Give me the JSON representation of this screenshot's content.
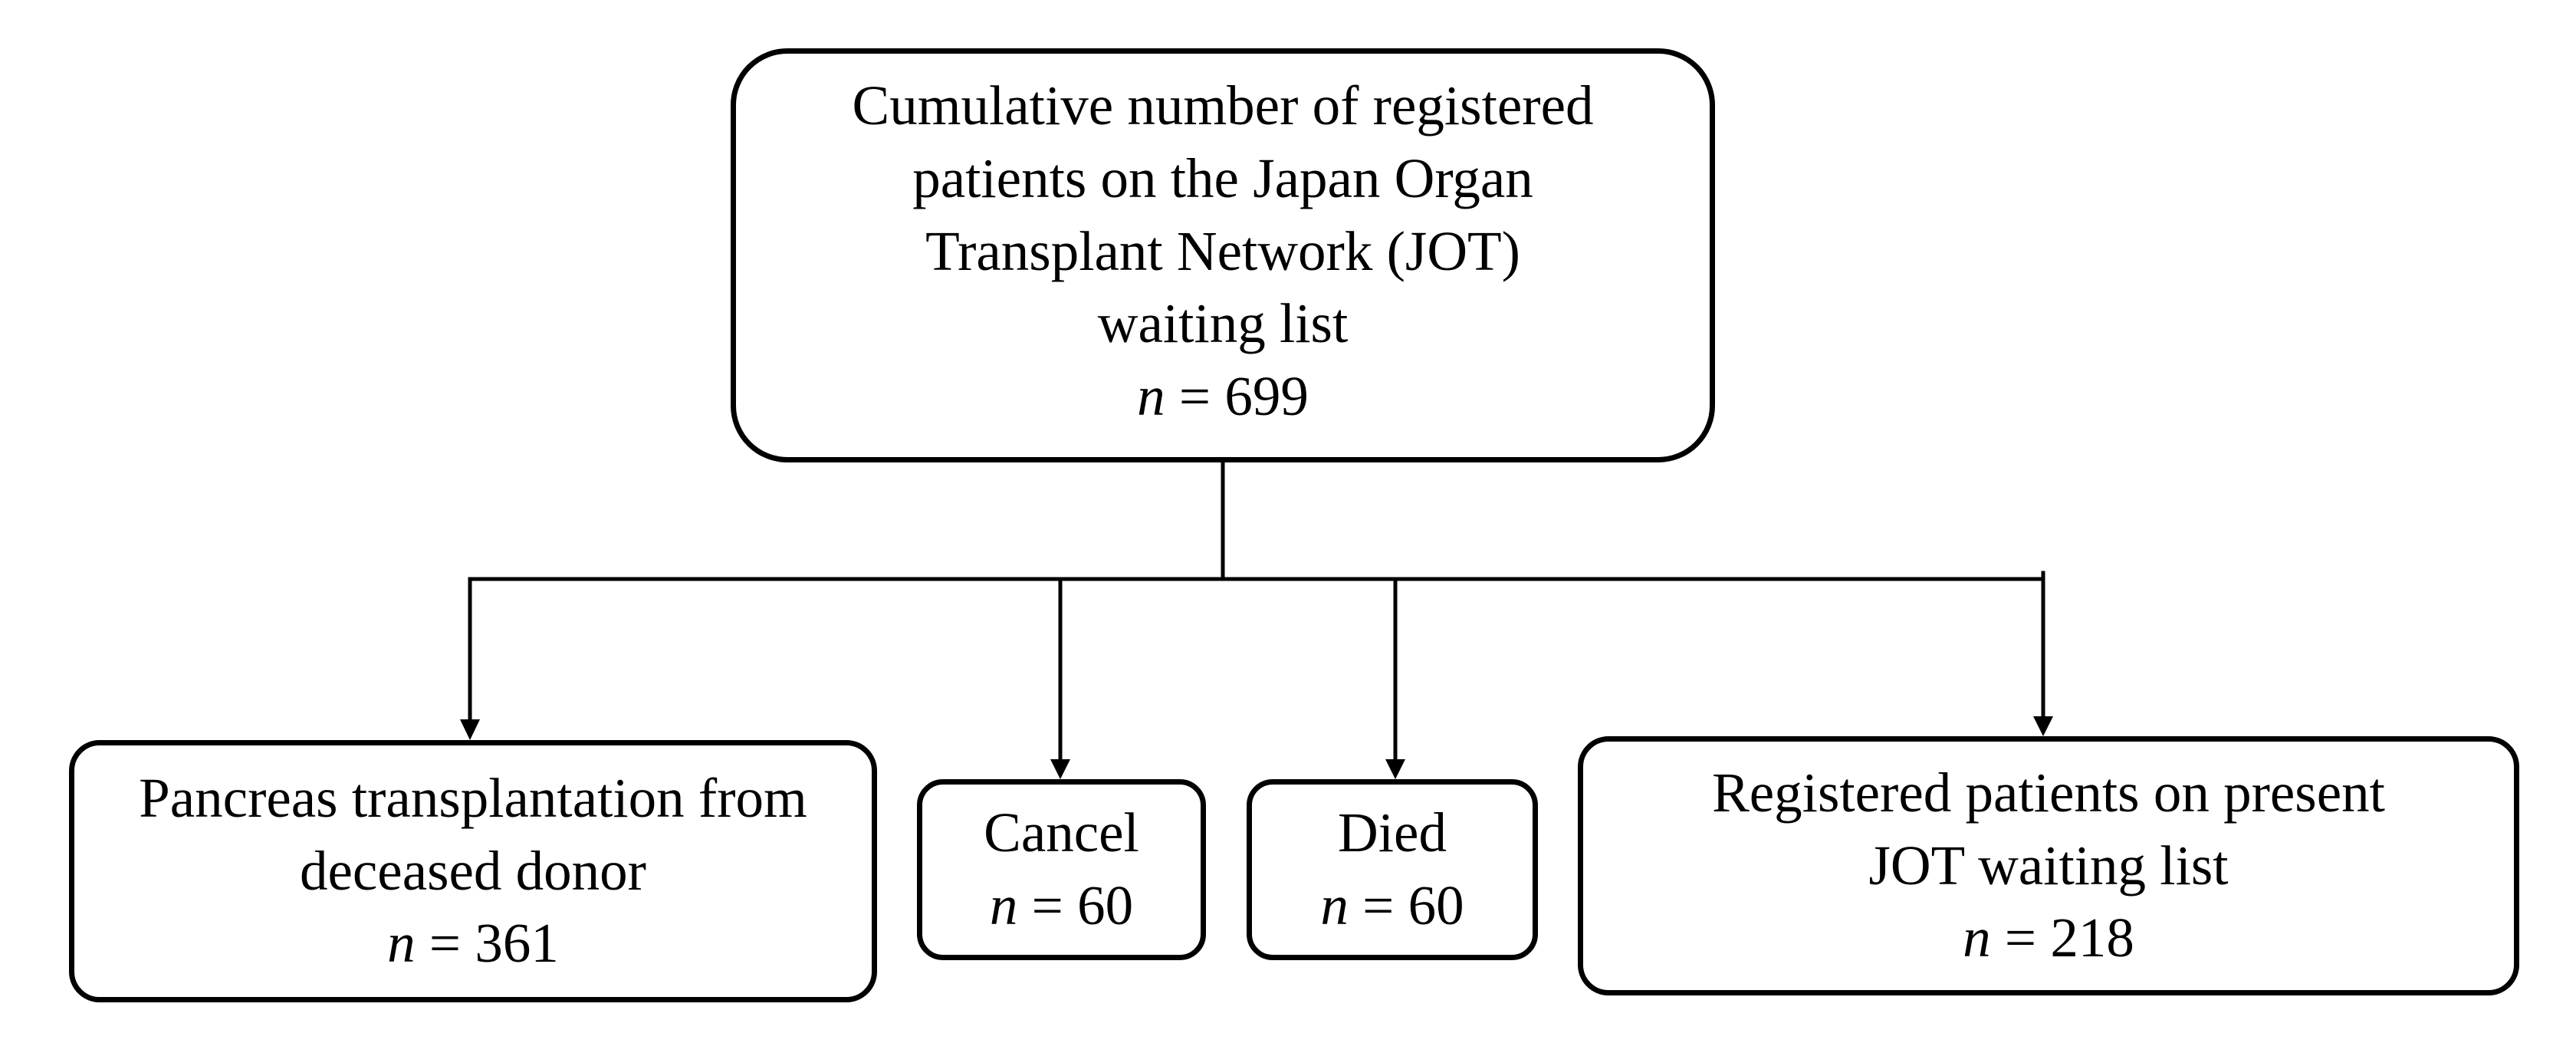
{
  "root": {
    "lines": [
      "Cumulative number of registered",
      "patients on  the Japan Organ",
      "Transplant Network (JOT)",
      "waiting list"
    ],
    "n_label": "n",
    "n_value": " = 699"
  },
  "outcomes": [
    {
      "lines": [
        "Pancreas transplantation from",
        "deceased donor"
      ],
      "n_label": "n",
      "n_value": " = 361"
    },
    {
      "lines": [
        "Cancel"
      ],
      "n_label": "n",
      "n_value": " = 60"
    },
    {
      "lines": [
        "Died"
      ],
      "n_label": "n",
      "n_value": " = 60"
    },
    {
      "lines": [
        "Registered patients on present",
        "JOT waiting list"
      ],
      "n_label": "n",
      "n_value": " = 218"
    }
  ],
  "colors": {
    "stroke": "#000000",
    "background": "#ffffff"
  }
}
